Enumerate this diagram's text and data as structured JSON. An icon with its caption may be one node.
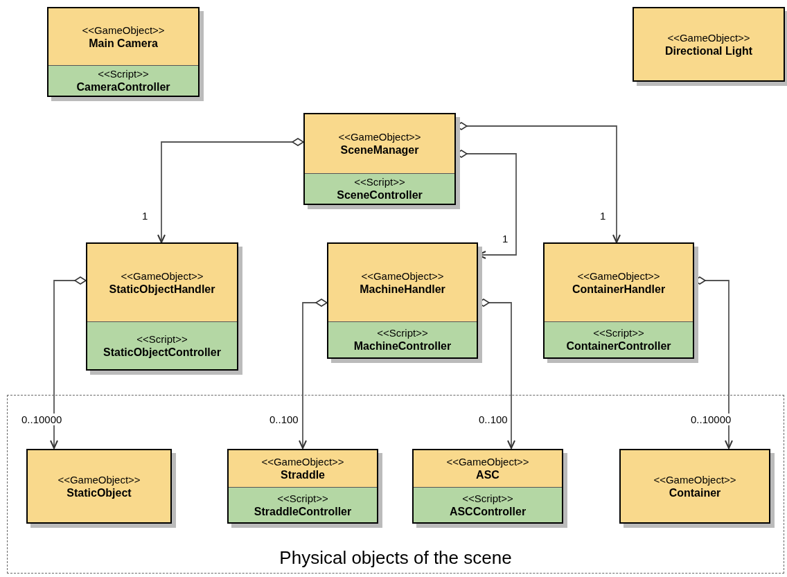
{
  "diagram": {
    "nodes": [
      {
        "text": [
          "<<GameObject>>",
          "Main Camera",
          "<<Script>>",
          "CameraController"
        ]
      },
      {
        "text": [
          "<<GameObject>>",
          "Directional Light"
        ]
      },
      {
        "text": [
          "<<GameObject>>",
          "SceneManager",
          "<<Script>>",
          "SceneController"
        ]
      },
      {
        "text": [
          "<<GameObject>>",
          "StaticObjectHandler",
          "<<Script>>",
          "StaticObjectController"
        ]
      },
      {
        "text": [
          "<<GameObject>>",
          "MachineHandler",
          "<<Script>>",
          "MachineController"
        ]
      },
      {
        "text": [
          "<<GameObject>>",
          "ContainerHandler",
          "<<Script>>",
          "ContainerController"
        ]
      },
      {
        "text": [
          "Physical objects of the scene"
        ]
      },
      {
        "text": [
          "<<GameObject>>",
          "StaticObject"
        ],
        "in": 6
      },
      {
        "text": [
          "<<GameObject>>",
          "Straddle",
          "<<Script>>",
          "StraddleController"
        ],
        "in": 6
      },
      {
        "text": [
          "<<GameObject>>",
          "ASC",
          "<<Script>>",
          "ASCController"
        ],
        "in": 6
      },
      {
        "text": [
          "<<GameObject>>",
          "Container"
        ],
        "in": 6
      }
    ],
    "edges": [
      {
        "from": 2,
        "to": 3,
        "arrow": "to",
        "label": "1"
      },
      {
        "from": 2,
        "to": 4,
        "arrow": "to",
        "label": "1"
      },
      {
        "from": 2,
        "to": 5,
        "arrow": "to",
        "label": "1"
      },
      {
        "from": 3,
        "to": 7,
        "arrow": "to",
        "label": "0..10000"
      },
      {
        "from": 4,
        "to": 8,
        "arrow": "to",
        "label": "0..100"
      },
      {
        "from": 4,
        "to": 9,
        "arrow": "to",
        "label": "0..100"
      },
      {
        "from": 5,
        "to": 10,
        "arrow": "to",
        "label": "0..10000"
      }
    ]
  }
}
